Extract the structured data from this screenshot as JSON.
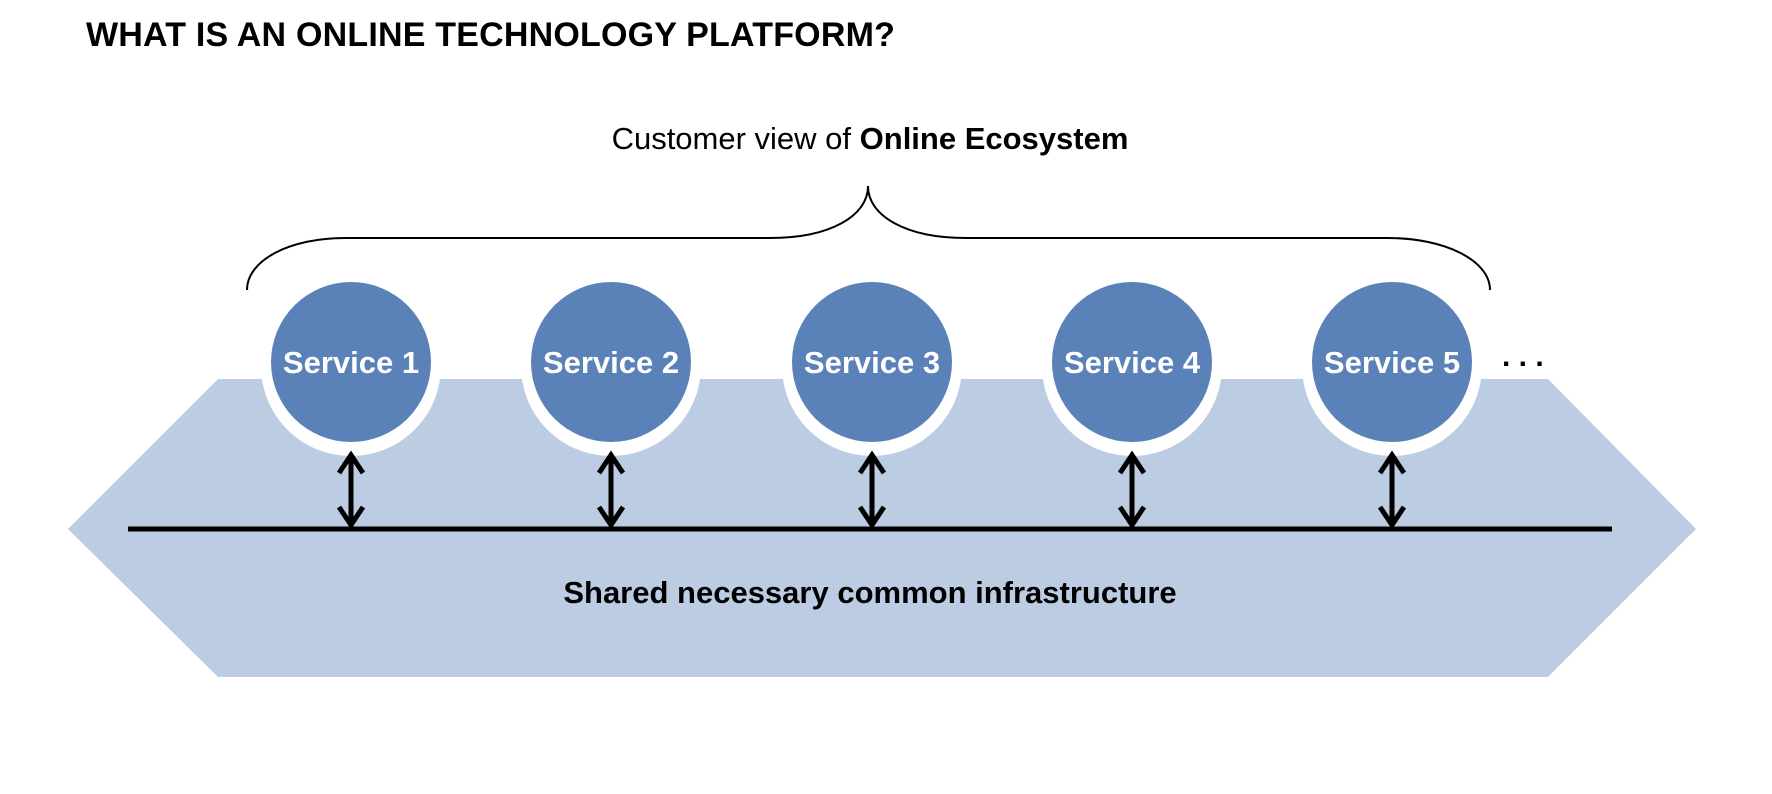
{
  "title": "WHAT IS AN ONLINE TECHNOLOGY  PLATFORM?",
  "ecosystem": {
    "prefix": "Customer view of ",
    "emphasis": "Online Ecosystem"
  },
  "services": [
    {
      "label": "Service 1"
    },
    {
      "label": "Service 2"
    },
    {
      "label": "Service 3"
    },
    {
      "label": "Service 4"
    },
    {
      "label": "Service 5"
    }
  ],
  "more_indicator": ". . .",
  "infrastructure_label": "Shared necessary common infrastructure",
  "colors": {
    "service_circle": "#5b82b8",
    "infrastructure_band": "#bccce3",
    "lines": "#000000"
  }
}
